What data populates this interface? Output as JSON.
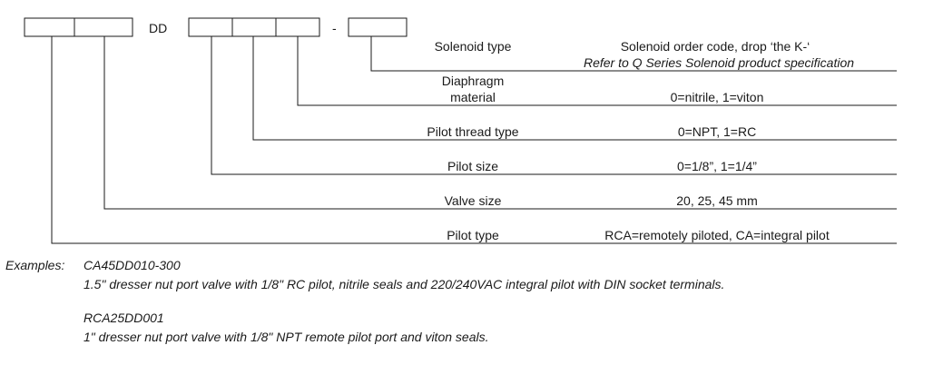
{
  "code_prefix_label": "DD",
  "code_separator": "-",
  "fields": [
    {
      "name": "Solenoid type",
      "name_lines": [
        "Solenoid type"
      ],
      "desc_lines": [
        "Solenoid order code, drop ‘the K-‘"
      ],
      "desc_note": "Refer to Q Series Solenoid product specification"
    },
    {
      "name": "Diaphragm material",
      "name_lines": [
        "Diaphragm",
        "material"
      ],
      "desc_lines": [
        "0=nitrile, 1=viton"
      ],
      "desc_note": ""
    },
    {
      "name": "Pilot thread type",
      "name_lines": [
        "Pilot thread type"
      ],
      "desc_lines": [
        "0=NPT, 1=RC"
      ],
      "desc_note": ""
    },
    {
      "name": "Pilot size",
      "name_lines": [
        "Pilot size"
      ],
      "desc_lines": [
        "0=1/8”, 1=1/4”"
      ],
      "desc_note": ""
    },
    {
      "name": "Valve size",
      "name_lines": [
        "Valve size"
      ],
      "desc_lines": [
        "20, 25, 45 mm"
      ],
      "desc_note": ""
    },
    {
      "name": "Pilot type",
      "name_lines": [
        "Pilot type"
      ],
      "desc_lines": [
        "RCA=remotely piloted, CA=integral pilot"
      ],
      "desc_note": ""
    }
  ],
  "examples": {
    "label": "Examples:",
    "items": [
      {
        "code": "CA45DD010-300",
        "description": "1.5\" dresser nut port valve with 1/8\" RC pilot, nitrile seals and 220/240VAC integral pilot with DIN socket terminals."
      },
      {
        "code": "RCA25DD001",
        "description": "1\" dresser nut port valve with 1/8\" NPT remote pilot port and viton seals."
      }
    ]
  }
}
